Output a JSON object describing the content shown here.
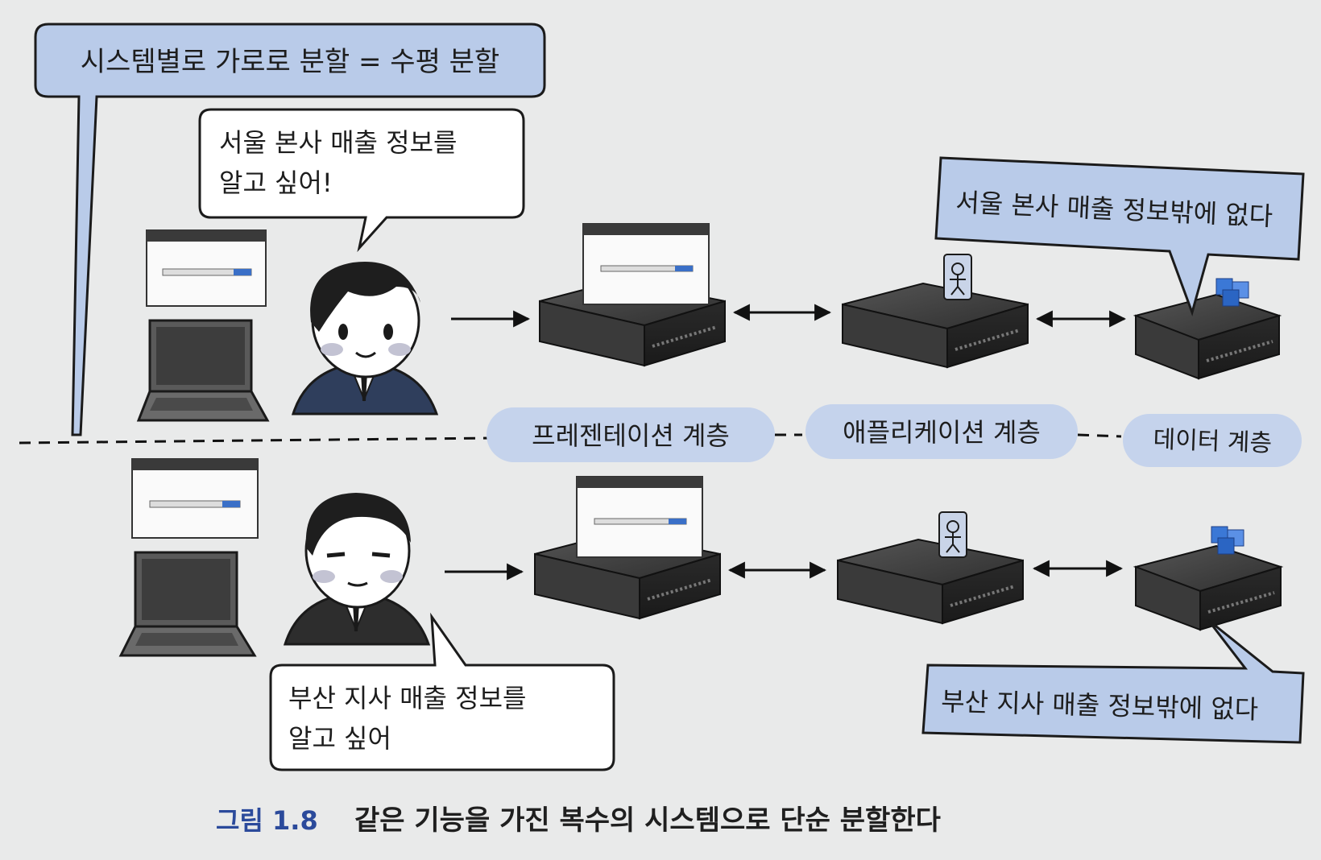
{
  "diagram": {
    "title": "시스템별로 가로로 분할 = 수평 분할",
    "top_row": {
      "speech": [
        "서울 본사 매출 정보를",
        "알고 싶어!"
      ],
      "note": "서울 본사 매출 정보밖에 없다"
    },
    "bottom_row": {
      "speech": [
        "부산 지사 매출 정보를",
        "알고 싶어"
      ],
      "note": "부산 지사 매출 정보밖에 없다"
    },
    "layers": {
      "presentation": "프레젠테이션 계층",
      "application": "애플리케이션 계층",
      "data": "데이터 계층"
    }
  },
  "caption": {
    "number": "그림 1.8",
    "text": "같은 기능을 가진 복수의 시스템으로 단순 분할한다"
  },
  "colors": {
    "bubble_blue": "#b9cbe9",
    "layer_pill": "#c5d3ec",
    "accent_blue": "#2b4a9b",
    "server_dark": "#3c3c3c"
  },
  "icons": [
    "browser-window-icon",
    "laptop-icon",
    "person-icon",
    "web-server-icon",
    "app-server-icon",
    "db-server-icon",
    "database-icon",
    "user-icon",
    "arrow-right-icon",
    "arrow-bidirectional-icon"
  ]
}
